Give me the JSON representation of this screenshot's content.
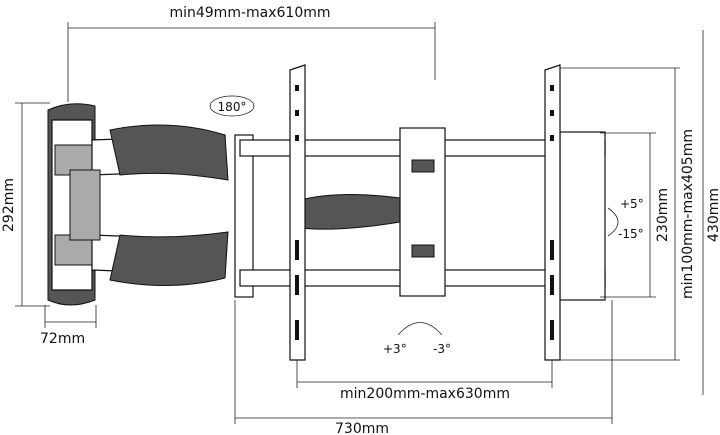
{
  "labels": {
    "top_width": "min49mm-max610mm",
    "swivel": "180°",
    "plate_height": "292mm",
    "plate_depth": "72mm",
    "rotate_plus": "+3°",
    "rotate_minus": "-3°",
    "tilt_up": "+5°",
    "tilt_down": "-15°",
    "frame_height": "230mm",
    "vesa_vertical": "min100mm-max405mm",
    "total_height": "430mm",
    "vesa_horizontal": "min200mm-max630mm",
    "total_width": "730mm"
  }
}
